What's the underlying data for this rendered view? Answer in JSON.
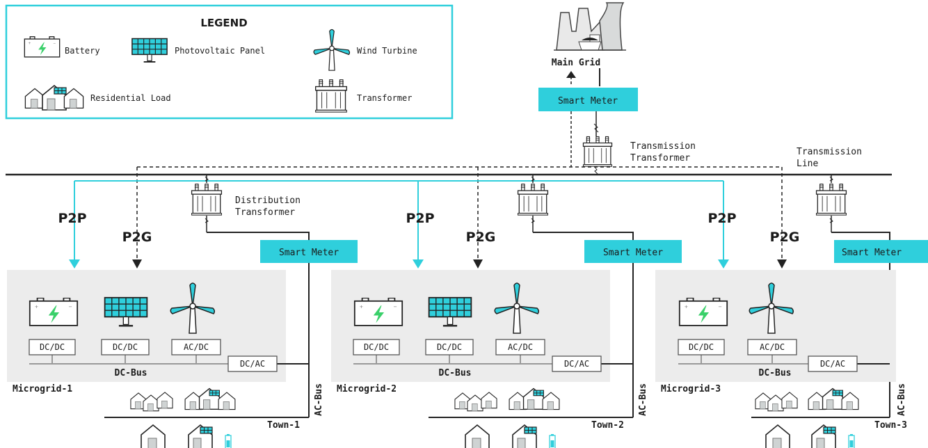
{
  "legend": {
    "title": "LEGEND",
    "items": {
      "battery": "Battery",
      "pv": "Photovoltaic Panel",
      "wind": "Wind Turbine",
      "residential": "Residential Load",
      "transformer": "Transformer"
    }
  },
  "grid": {
    "main_grid": "Main Grid",
    "smart_meter": "Smart Meter",
    "transmission_transformer": [
      "Transmission",
      "Transformer"
    ],
    "transmission_line": [
      "Transmission",
      "Line"
    ],
    "distribution_transformer": [
      "Distribution",
      "Transformer"
    ]
  },
  "flows": {
    "p2p": "P2P",
    "p2g": "P2G"
  },
  "converters": {
    "dcdc": "DC/DC",
    "acdc": "AC/DC",
    "dcac": "DC/AC"
  },
  "buses": {
    "dc": "DC-Bus",
    "ac": "AC-Bus"
  },
  "microgrids": [
    {
      "name": "Microgrid-1",
      "town": "Town-1"
    },
    {
      "name": "Microgrid-2",
      "town": "Town-2"
    },
    {
      "name": "Microgrid-3",
      "town": "Town-3"
    }
  ],
  "colors": {
    "accent": "#2fcfdc",
    "line": "#222222",
    "panel": "#ececec",
    "legend_border": "#2fcfdc",
    "bolt": "#3ad06a"
  },
  "icons": [
    "battery-icon",
    "solar-panel-icon",
    "wind-turbine-icon",
    "house-icon",
    "transformer-icon",
    "power-plant-icon"
  ]
}
